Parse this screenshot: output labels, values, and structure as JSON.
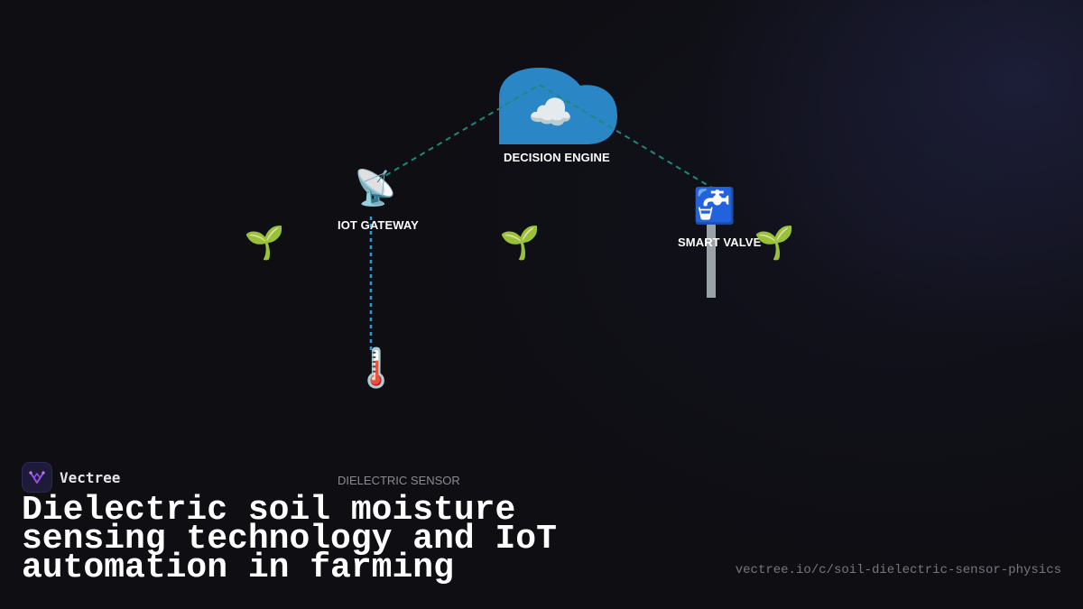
{
  "diagram": {
    "nodes": {
      "decision_engine": {
        "label": "DECISION ENGINE",
        "icon": "cloud-icon",
        "glyph": "☁️"
      },
      "iot_gateway": {
        "label": "IOT GATEWAY",
        "icon": "satellite-dish-icon",
        "glyph": "📡"
      },
      "smart_valve": {
        "label": "SMART VALVE",
        "icon": "water-tap-icon",
        "glyph": "🚰"
      },
      "dielectric_sensor": {
        "label": "DIELECTRIC SENSOR",
        "icon": "thermometer-icon",
        "glyph": "🌡️"
      }
    },
    "plants": [
      {
        "icon": "seedling-icon",
        "glyph": "🌱"
      },
      {
        "icon": "seedling-icon",
        "glyph": "🌱"
      },
      {
        "icon": "seedling-icon",
        "glyph": "🌱"
      }
    ],
    "colors": {
      "cloud": "#2b86c5",
      "wireless_link": "#1a8a7a",
      "wired_link": "#2d9ad8",
      "valve_pipe": "#9aa3a8"
    }
  },
  "footer": {
    "brand_name": "Vectree",
    "brand_icon": "vectree-logo-icon",
    "title": "Dielectric soil moisture sensing technology and IoT automation in farming",
    "url": "vectree.io/c/soil-dielectric-sensor-physics"
  }
}
